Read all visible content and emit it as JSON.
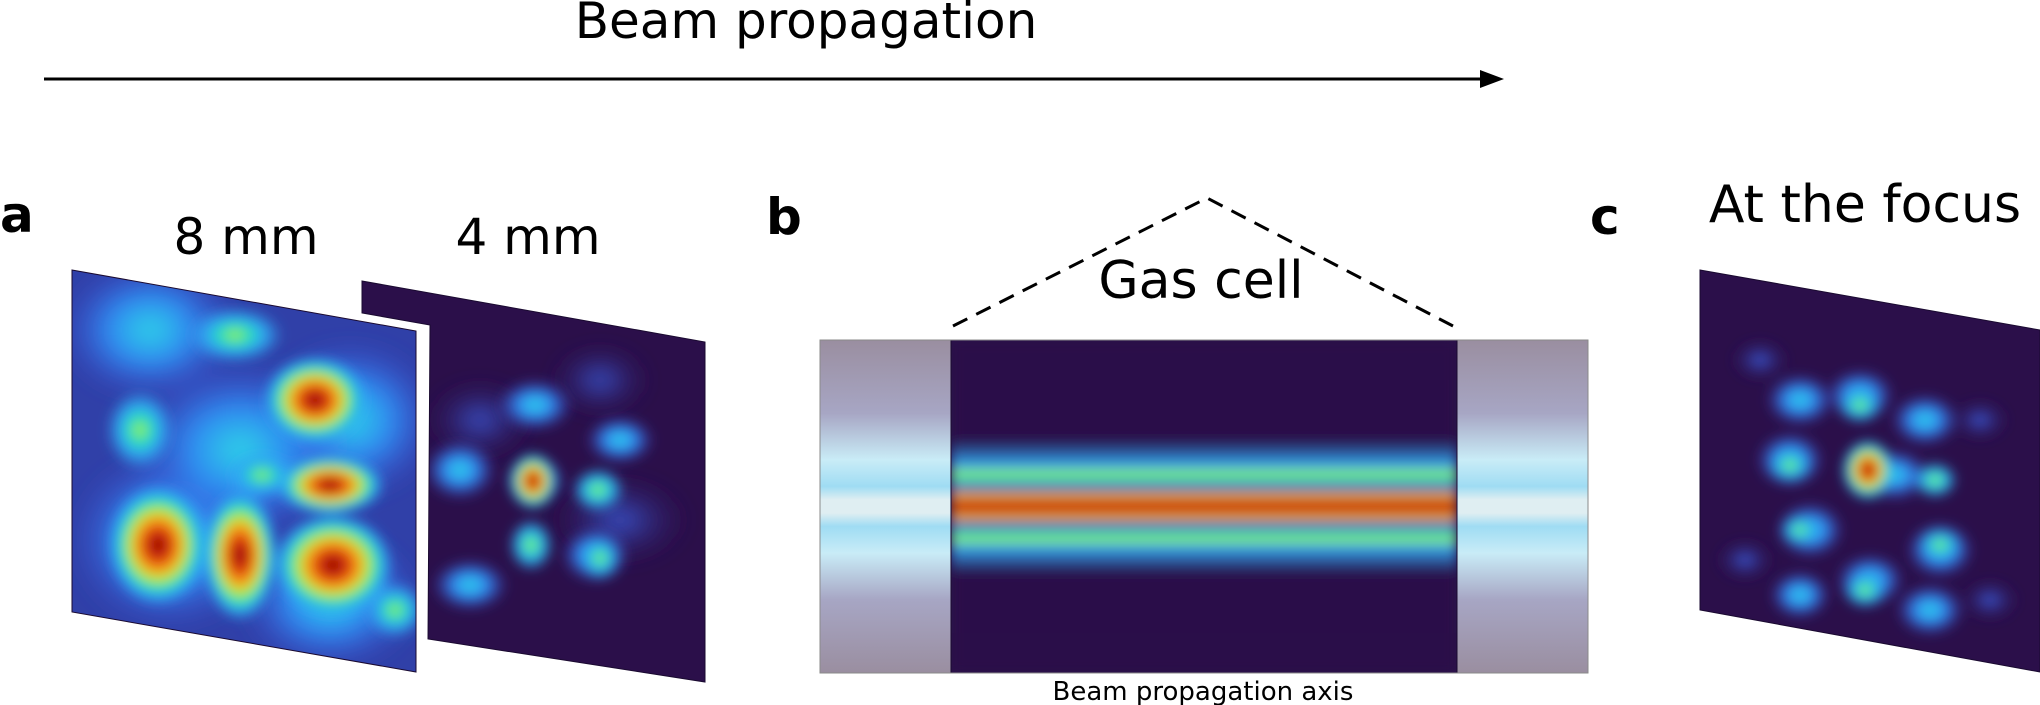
{
  "header": {
    "title": "Beam propagation"
  },
  "panel_a": {
    "letter": "a",
    "plane1_label": "8 mm",
    "plane2_label": "4 mm"
  },
  "panel_b": {
    "letter": "b",
    "cell_label": "Gas cell",
    "axis_label": "Beam propagation axis"
  },
  "panel_c": {
    "letter": "c",
    "title": "At the focus"
  },
  "colors": {
    "field_background": "#2b0f4a",
    "colormap": [
      "#2b0f4a",
      "#3d4fd6",
      "#2fa9f5",
      "#26e0b8",
      "#9ef04a",
      "#f2c21e",
      "#f26a12",
      "#c41808",
      "#7a0403"
    ],
    "overlay_gray": "#9a8ea0",
    "line_black": "#000000"
  }
}
